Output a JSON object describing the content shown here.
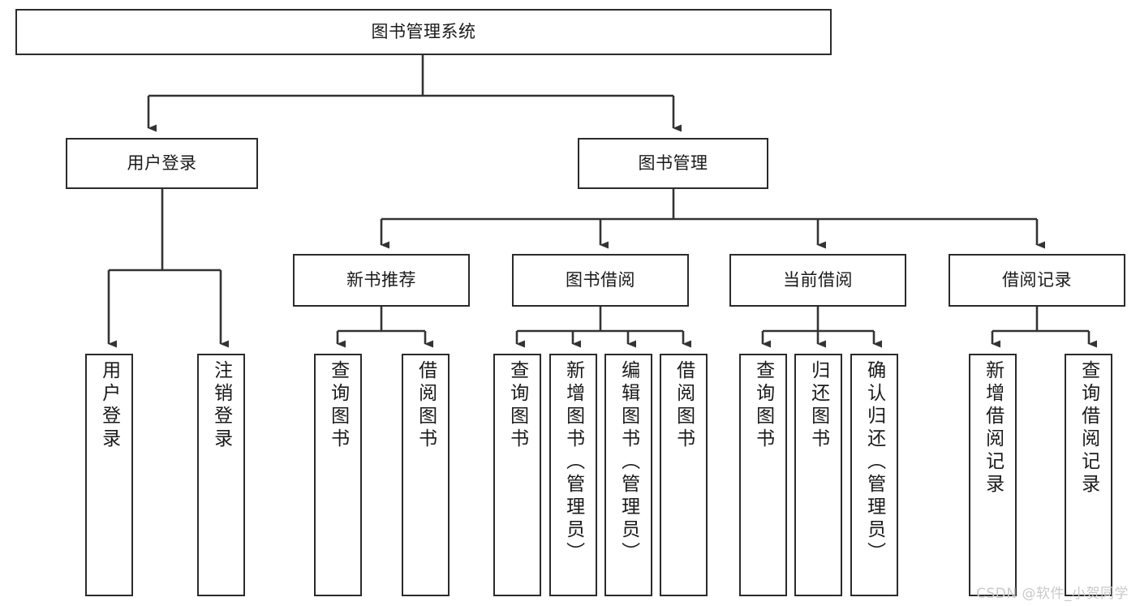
{
  "diagram": {
    "title": "图书管理系统",
    "type": "tree",
    "watermark": "CSDN @软件_小贺同学",
    "colors": {
      "border": "#2b2b2b",
      "background": "#ffffff",
      "text": "#1a1a1a",
      "connector": "#333333",
      "watermark": "#c9c9c9"
    },
    "root": {
      "label": "图书管理系统",
      "orientation": "horizontal"
    },
    "level1": [
      {
        "label": "用户登录",
        "orientation": "horizontal"
      },
      {
        "label": "图书管理",
        "orientation": "horizontal"
      }
    ],
    "level2": [
      {
        "label": "新书推荐",
        "orientation": "horizontal"
      },
      {
        "label": "图书借阅",
        "orientation": "horizontal"
      },
      {
        "label": "当前借阅",
        "orientation": "horizontal"
      },
      {
        "label": "借阅记录",
        "orientation": "horizontal"
      }
    ],
    "leaves": {
      "user_login": [
        {
          "label": "用户登录",
          "orientation": "vertical"
        },
        {
          "label": "注销登录",
          "orientation": "vertical"
        }
      ],
      "new_book_recommend": [
        {
          "label": "查询图书",
          "orientation": "vertical"
        },
        {
          "label": "借阅图书",
          "orientation": "vertical"
        }
      ],
      "book_borrow": [
        {
          "label": "查询图书",
          "orientation": "vertical"
        },
        {
          "label": "新增图书（管理员）",
          "orientation": "vertical"
        },
        {
          "label": "编辑图书（管理员）",
          "orientation": "vertical"
        },
        {
          "label": "借阅图书",
          "orientation": "vertical"
        }
      ],
      "current_borrow": [
        {
          "label": "查询图书",
          "orientation": "vertical"
        },
        {
          "label": "归还图书",
          "orientation": "vertical"
        },
        {
          "label": "确认归还（管理员）",
          "orientation": "vertical"
        }
      ],
      "borrow_record": [
        {
          "label": "新增借阅记录",
          "orientation": "vertical"
        },
        {
          "label": "查询借阅记录",
          "orientation": "vertical"
        }
      ]
    }
  }
}
